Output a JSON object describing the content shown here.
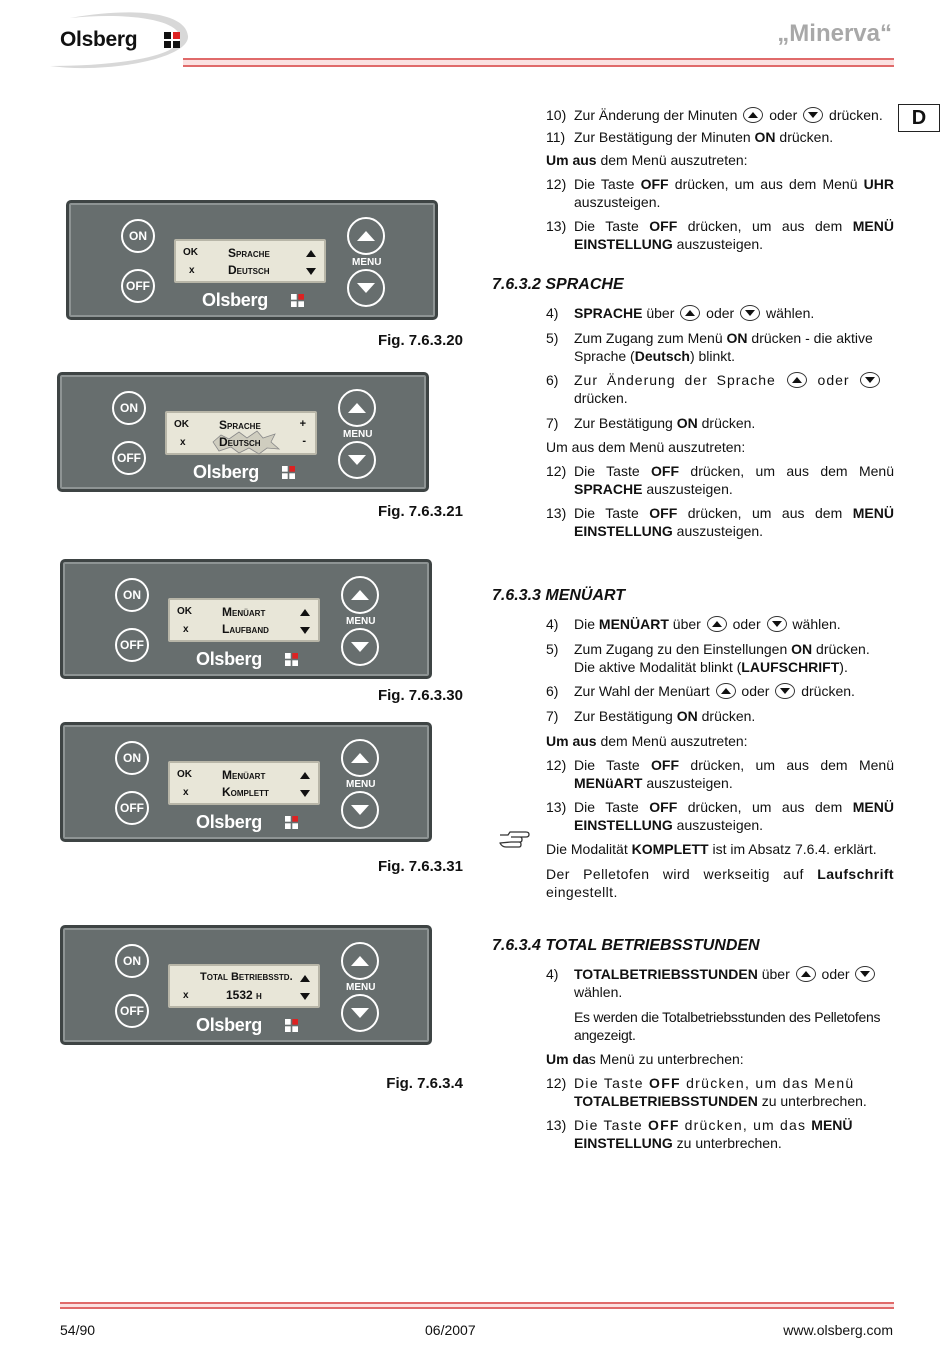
{
  "header": {
    "logo_text": "Olsberg",
    "title": "„Minerva“",
    "lang": "D"
  },
  "panels": [
    {
      "on": "ON",
      "off": "OFF",
      "menu": "MENU",
      "logo": "Olsberg",
      "ok": "OK",
      "x": "x",
      "line1": "Sprache",
      "line2": "Deutsch",
      "fig": "Fig. 7.6.3.20"
    },
    {
      "on": "ON",
      "off": "OFF",
      "menu": "MENU",
      "logo": "Olsberg",
      "ok": "OK",
      "x": "x",
      "line1": "Sprache",
      "line2": "Deutsch",
      "plus": "+",
      "minus": "-",
      "fig": "Fig. 7.6.3.21"
    },
    {
      "on": "ON",
      "off": "OFF",
      "menu": "MENU",
      "logo": "Olsberg",
      "ok": "OK",
      "x": "x",
      "line1": "Menüart",
      "line2": "Laufband",
      "fig": "Fig. 7.6.3.30"
    },
    {
      "on": "ON",
      "off": "OFF",
      "menu": "MENU",
      "logo": "Olsberg",
      "ok": "OK",
      "x": "x",
      "line1": "Menüart",
      "line2": "Komplett",
      "fig": "Fig. 7.6.3.31"
    },
    {
      "on": "ON",
      "off": "OFF",
      "menu": "MENU",
      "logo": "Olsberg",
      "x": "x",
      "line1": "Total Betriebsstd.",
      "line2": "1532 h",
      "fig": "Fig. 7.6.3.4"
    }
  ],
  "uhr": {
    "i10_n": "10)",
    "i10_a": "Zur Änderung der Minuten",
    "i10_b": "oder",
    "i10_c": "drücken.",
    "i11_n": "11)",
    "i11_a": "Zur Bestätigung der Minuten ",
    "i11_b": "ON",
    "i11_c": " drücken.",
    "exit_a": "Um aus",
    "exit_b": " dem Menü auszutreten:",
    "i12_n": "12)",
    "i12_a": "Die Taste ",
    "i12_b": "OFF",
    "i12_c": " drücken, um aus dem Menü ",
    "i12_d": "UHR",
    "i12_e": " auszusteigen.",
    "i13_n": "13)",
    "i13_a": "Die Taste ",
    "i13_b": "OFF",
    "i13_c": " drücken, um aus dem ",
    "i13_d": "MENÜ EINSTELLUNG",
    "i13_e": " auszusteigen."
  },
  "sprache": {
    "heading": "7.6.3.2 SPRACHE",
    "i4_n": "4)",
    "i4_a": "SPRACHE",
    "i4_b": " über",
    "i4_c": "oder",
    "i4_d": "wählen.",
    "i5_n": "5)",
    "i5_a": "Zum Zugang zum Menü ",
    "i5_b": "ON",
    "i5_c": " drücken - die aktive Sprache (",
    "i5_d": "Deutsch",
    "i5_e": ") blinkt.",
    "i6_n": "6)",
    "i6_a": "Zur Änderung der Sprache",
    "i6_b": "oder",
    "i6_c": "drücken.",
    "i7_n": "7)",
    "i7_a": "Zur Bestätigung ",
    "i7_b": "ON",
    "i7_c": " drücken.",
    "exit": "Um aus dem Menü auszutreten:",
    "i12_n": "12)",
    "i12_a": "Die Taste ",
    "i12_b": "OFF",
    "i12_c": " drücken, um aus dem Menü ",
    "i12_d": "SPRACHE",
    "i12_e": " auszusteigen.",
    "i13_n": "13)",
    "i13_a": "Die Taste ",
    "i13_b": "OFF",
    "i13_c": " drücken, um aus dem ",
    "i13_d": "MENÜ EINSTELLUNG",
    "i13_e": " auszusteigen."
  },
  "menuart": {
    "heading": "7.6.3.3 MENÜART",
    "i4_n": "4)",
    "i4_a": "Die ",
    "i4_b": "MENÜART",
    "i4_c": " über",
    "i4_d": "oder",
    "i4_e": "wählen.",
    "i5_n": "5)",
    "i5_a": "Zum Zugang zu den Einstellungen ",
    "i5_b": "ON",
    "i5_c": " drücken. Die aktive Modalität blinkt (",
    "i5_d": "LAUFSCHRIFT",
    "i5_e": ").",
    "i6_n": "6)",
    "i6_a": "Zur Wahl der Menüart",
    "i6_b": "oder",
    "i6_c": "drücken.",
    "i7_n": "7)",
    "i7_a": "Zur Bestätigung ",
    "i7_b": "ON",
    "i7_c": " drücken.",
    "exit_a": "Um aus",
    "exit_b": " dem Menü auszutreten:",
    "i12_n": "12)",
    "i12_a": "Die Taste ",
    "i12_b": "OFF",
    "i12_c": " drücken, um aus dem Menü ",
    "i12_d": "MENüART",
    "i12_e": " auszusteigen.",
    "i13_n": "13)",
    "i13_a": "Die Taste ",
    "i13_b": "OFF",
    "i13_c": " drücken, um aus dem ",
    "i13_d": "MENÜ EINSTELLUNG",
    "i13_e": " auszusteigen.",
    "note1_a": "Die Modalität ",
    "note1_b": "KOMPLETT",
    "note1_c": " ist im Absatz 7.6.4. erklärt.",
    "note2_a": "Der Pelletofen wird werkseitig auf ",
    "note2_b": "Laufschrift",
    "note2_c": " eingestellt."
  },
  "total": {
    "heading": "7.6.3.4 TOTAL BETRIEBSSTUNDEN",
    "i4_n": "4)",
    "i4_a": "TOTALBETRIEBSSTUNDEN",
    "i4_b": " über",
    "i4_c": "oder",
    "i4_d": "wählen.",
    "i4_sub": "Es werden die Totalbetriebsstunden des Pelletofens angezeigt.",
    "exit_a": "Um da",
    "exit_b": "s Menü zu unterbrechen:",
    "i12_n": "12)",
    "i12_a": "Die Taste ",
    "i12_b": "OFF",
    "i12_c": " drücken, um das Menü ",
    "i12_d": "TOTALBETRIEBSSTUNDEN",
    "i12_e": " zu unterbrechen.",
    "i13_n": "13)",
    "i13_a": "Die Taste ",
    "i13_b": "OFF",
    "i13_c": " drücken, um das ",
    "i13_d": "MENÜ EINSTELLUNG",
    "i13_e": " zu unterbrechen."
  },
  "footer": {
    "page": "54/90",
    "date": "06/2007",
    "url": "www.olsberg.com"
  },
  "colors": {
    "panel": "#676e6e",
    "accent_rule": "#e06a6a",
    "title_gray": "#a8a8a8"
  }
}
